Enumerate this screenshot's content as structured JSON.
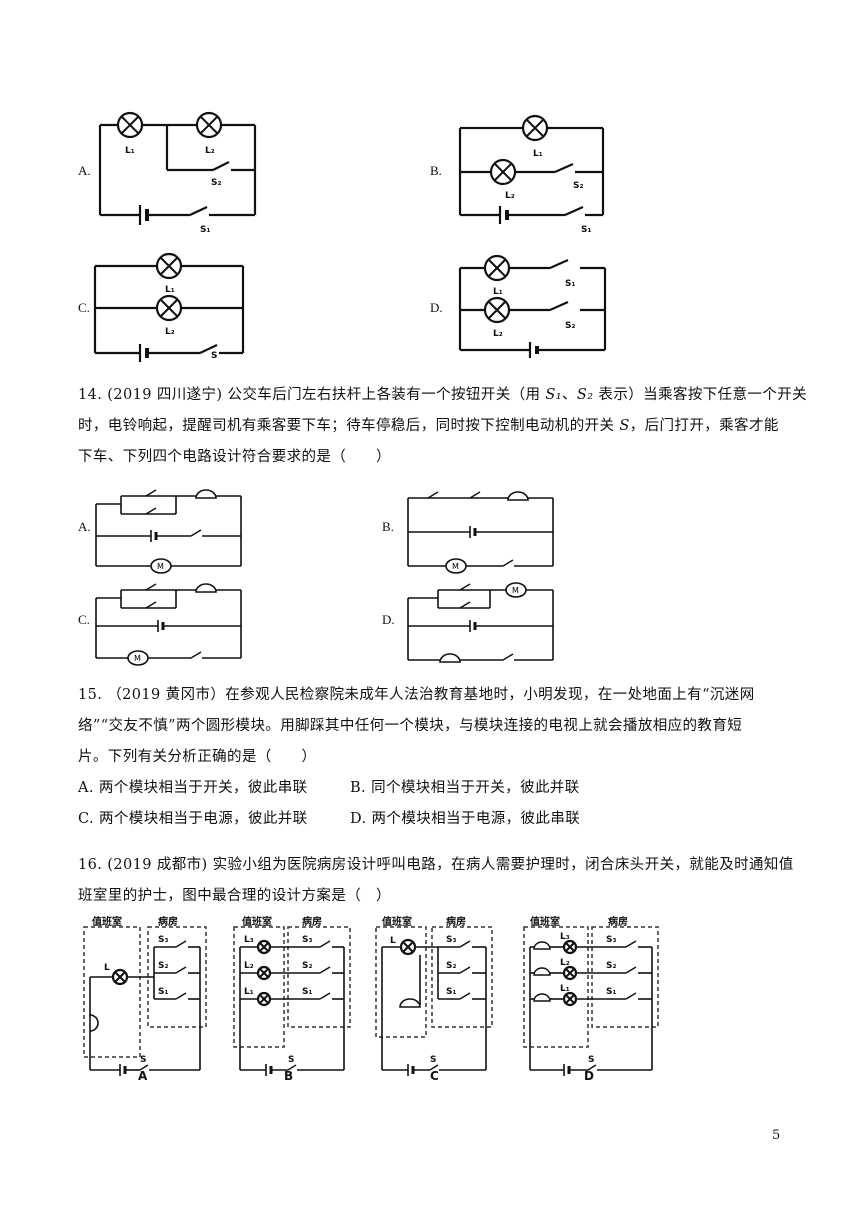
{
  "q13_options": {
    "a": "A.",
    "b": "B.",
    "c": "C.",
    "d": "D."
  },
  "q13_labels": {
    "l1": "L₁",
    "l2": "L₂",
    "s1": "S₁",
    "s2": "S₂",
    "s": "S"
  },
  "q14": {
    "line1_pre": "14. (2019 四川遂宁) 公交车后门左右扶杆上各装有一个按钮开关（用 ",
    "s1": "S₁",
    "sep": "、",
    "s2": "S₂",
    "line1_post": " 表示）当乘客按下任意一个开关",
    "line2_pre": "时，电铃响起，提醒司机有乘客要下车；待车停稳后，同时按下控制电动机的开关 ",
    "s": "S",
    "line2_post": "，后门打开，乘客才能",
    "line3": "下车、下列四个电路设计符合要求的是（　　）",
    "options": {
      "a": "A.",
      "b": "B.",
      "c": "C.",
      "d": "D."
    },
    "motor": "M"
  },
  "q15": {
    "line1": "15. （2019 黄冈市）在参观人民检察院未成年人法治教育基地时，小明发现，在一处地面上有“沉迷网",
    "line2": "络”“交友不慎”两个圆形模块。用脚踩其中任何一个模块，与模块连接的电视上就会播放相应的教育短",
    "line3": "片。下列有关分析正确的是（　　）",
    "opt_a": "A. 两个模块相当于开关，彼此串联",
    "opt_b": "B. 同个模块相当于开关，彼此并联",
    "opt_c": "C. 两个模块相当于电源，彼此并联",
    "opt_d": "D. 两个模块相当于电源，彼此串联"
  },
  "q16": {
    "line1": "16. (2019 成都市) 实验小组为医院病房设计呼叫电路，在病人需要护理时，闭合床头开关，就能及时通知值",
    "line2": "班室里的护士，图中最合理的设计方案是（　）",
    "duty_room": "值班室",
    "ward": "病房",
    "captions": {
      "a": "A",
      "b": "B",
      "c": "C",
      "d": "D"
    },
    "labels": {
      "l": "L",
      "l1": "L₁",
      "l2": "L₂",
      "l3": "L₃",
      "s": "S",
      "s1": "S₁",
      "s2": "S₂",
      "s3": "S₃"
    }
  },
  "page_number": "5"
}
